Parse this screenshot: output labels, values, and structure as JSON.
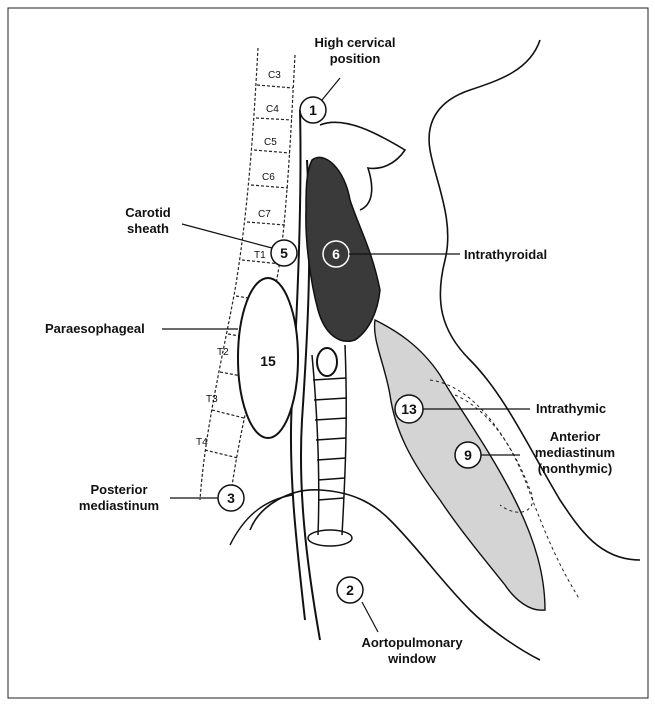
{
  "vertebrae": [
    "C3",
    "C4",
    "C5",
    "C6",
    "C7",
    "T1",
    "T2",
    "T3",
    "T4"
  ],
  "sites": {
    "high_cervical": {
      "number": "1",
      "label_line1": "High cervical",
      "label_line2": "position"
    },
    "aortopulmonary": {
      "number": "2",
      "label_line1": "Aortopulmonary",
      "label_line2": "window"
    },
    "posterior": {
      "number": "3",
      "label_line1": "Posterior",
      "label_line2": "mediastinum"
    },
    "carotid": {
      "number": "5",
      "label_line1": "Carotid",
      "label_line2": "sheath"
    },
    "intrathyroidal": {
      "number": "6",
      "label": "Intrathyroidal"
    },
    "anterior": {
      "number": "9",
      "label_line1": "Anterior",
      "label_line2": "mediastinum",
      "label_line3": "(nonthymic)"
    },
    "intrathymic": {
      "number": "13",
      "label": "Intrathymic"
    },
    "paraesophageal": {
      "number": "15",
      "label": "Paraesophageal"
    }
  },
  "colors": {
    "line": "#111111",
    "thyroid": "#3a3a3a",
    "thymus": "#cfcfcf"
  }
}
